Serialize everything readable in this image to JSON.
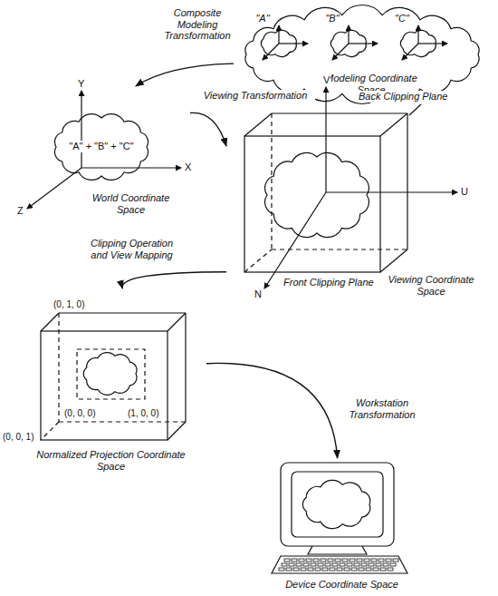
{
  "diagram": {
    "nodes": [
      {
        "text": [
          "\"A\"",
          "\"B\"",
          "\"C\"",
          "Modeling Coordinate Space"
        ]
      },
      {
        "text": [
          "\"A\" + \"B\" + \"C\"",
          "World Coordinate Space"
        ]
      },
      {
        "text": [
          "Viewing Coordinate Space"
        ]
      },
      {
        "text": [
          "Normalized Projection Coordinate Space"
        ]
      },
      {
        "text": [
          "Device Coordinate Space"
        ]
      }
    ],
    "edges": [
      {
        "from": 0,
        "to": 1,
        "arrow": "to",
        "label": "Composite Modeling Transformation"
      },
      {
        "from": 1,
        "to": 2,
        "arrow": "to",
        "label": "Viewing Transformation"
      },
      {
        "from": 2,
        "to": 3,
        "arrow": "to",
        "label": "Clipping Operation and View Mapping"
      },
      {
        "from": 3,
        "to": 4,
        "arrow": "to",
        "label": "Workstation Transformation"
      }
    ],
    "labels": [
      "Y",
      "X",
      "Z",
      "V",
      "U",
      "N",
      "Back Clipping Plane",
      "Front Clipping Plane",
      "(0, 1, 0)",
      "(0, 0, 1)",
      "(0, 0, 0)",
      "(1, 0, 0)"
    ]
  }
}
